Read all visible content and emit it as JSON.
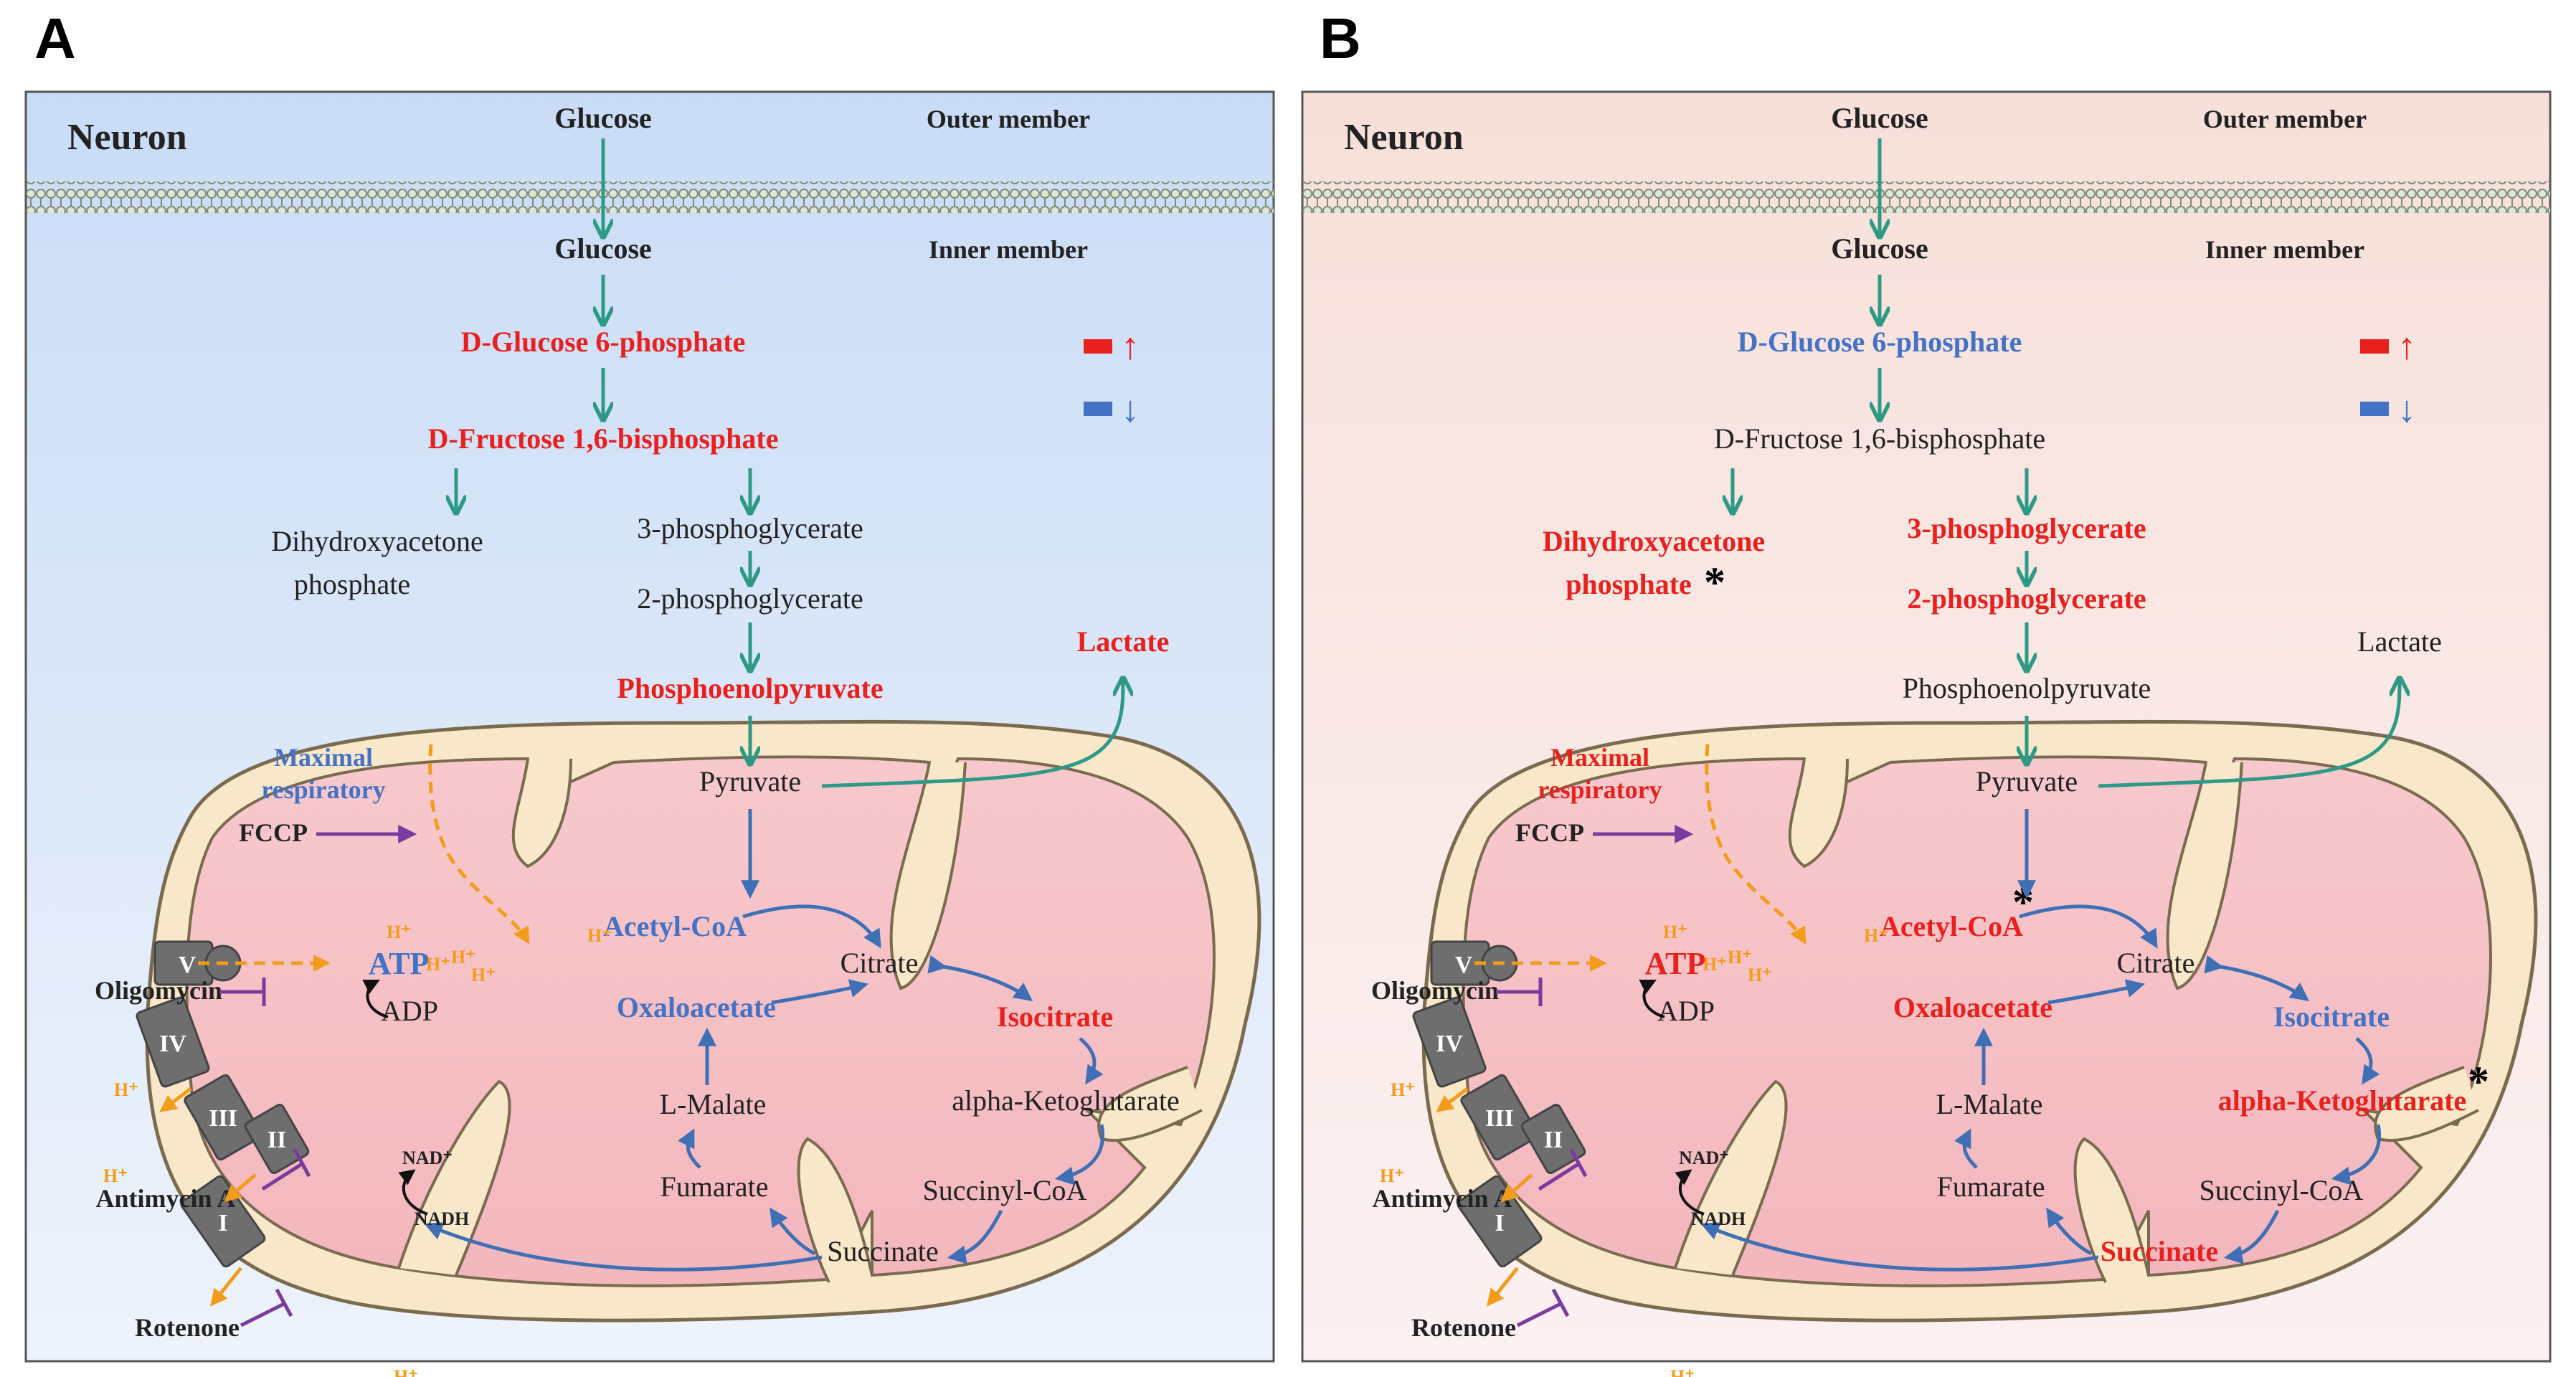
{
  "colors": {
    "up": "#e8201e",
    "down": "#4472c4",
    "neutral": "#222222",
    "arrow_green": "#2e9a86",
    "arrow_blue": "#3f6fb5",
    "proton": "#f39c1b",
    "inhibitor": "#7a3aa0",
    "panel_a_bg": "#cddff7",
    "panel_b_bg": "#f8e3dd"
  },
  "panels": [
    {
      "letter": "A",
      "cell": "Neuron",
      "outer": "Outer member",
      "inner": "Inner member",
      "legend": {
        "up": "↑",
        "down": "↓"
      },
      "metabolites": {
        "glucose_out": {
          "text": "Glucose",
          "status": "neutral"
        },
        "glucose_in": {
          "text": "Glucose",
          "status": "neutral"
        },
        "g6p": {
          "text": "D-Glucose 6-phosphate",
          "status": "up"
        },
        "f16bp": {
          "text": "D-Fructose 1,6-bisphosphate",
          "status": "up"
        },
        "dhap_1": {
          "text": "Dihydroxyacetone",
          "status": "neutral"
        },
        "dhap_2": {
          "text": "phosphate",
          "status": "neutral"
        },
        "pg3": {
          "text": "3-phosphoglycerate",
          "status": "neutral"
        },
        "pg2": {
          "text": "2-phosphoglycerate",
          "status": "neutral"
        },
        "pep": {
          "text": "Phosphoenolpyruvate",
          "status": "up"
        },
        "lactate": {
          "text": "Lactate",
          "status": "up"
        },
        "pyruvate": {
          "text": "Pyruvate",
          "status": "neutral"
        },
        "acetylcoa": {
          "text": "Acetyl-CoA",
          "status": "down"
        },
        "citrate": {
          "text": "Citrate",
          "status": "neutral"
        },
        "isocitrate": {
          "text": "Isocitrate",
          "status": "up"
        },
        "akg": {
          "text": "alpha-Ketoglutarate",
          "status": "neutral"
        },
        "succcoa": {
          "text": "Succinyl-CoA",
          "status": "neutral"
        },
        "succinate": {
          "text": "Succinate",
          "status": "neutral"
        },
        "fumarate": {
          "text": "Fumarate",
          "status": "neutral"
        },
        "malate": {
          "text": "L-Malate",
          "status": "neutral"
        },
        "oaa": {
          "text": "Oxaloacetate",
          "status": "down"
        }
      },
      "maximal_1": "Maximal",
      "maximal_2": "respiratory",
      "maximal_status": "down",
      "fccp": "FCCP",
      "oligomycin": "Oligomycin",
      "antimycin": "Antimycin A",
      "rotenone": "Rotenone",
      "atp": "ATP",
      "atp_status": "down",
      "adp": "ADP",
      "nad": "NAD⁺",
      "nadh": "NADH",
      "hplus": "H⁺",
      "complexes": [
        "V",
        "IV",
        "III",
        "II",
        "I"
      ],
      "stars": {
        "dhap": "",
        "acetylcoa": "",
        "akg": ""
      }
    },
    {
      "letter": "B",
      "cell": "Neuron",
      "outer": "Outer member",
      "inner": "Inner member",
      "legend": {
        "up": "↑",
        "down": "↓"
      },
      "metabolites": {
        "glucose_out": {
          "text": "Glucose",
          "status": "neutral"
        },
        "glucose_in": {
          "text": "Glucose",
          "status": "neutral"
        },
        "g6p": {
          "text": "D-Glucose 6-phosphate",
          "status": "down"
        },
        "f16bp": {
          "text": "D-Fructose 1,6-bisphosphate",
          "status": "plain"
        },
        "dhap_1": {
          "text": "Dihydroxyacetone",
          "status": "up"
        },
        "dhap_2": {
          "text": "phosphate",
          "status": "up"
        },
        "pg3": {
          "text": "3-phosphoglycerate",
          "status": "up"
        },
        "pg2": {
          "text": "2-phosphoglycerate",
          "status": "up"
        },
        "pep": {
          "text": "Phosphoenolpyruvate",
          "status": "neutral"
        },
        "lactate": {
          "text": "Lactate",
          "status": "neutral"
        },
        "pyruvate": {
          "text": "Pyruvate",
          "status": "neutral"
        },
        "acetylcoa": {
          "text": "Acetyl-CoA",
          "status": "up"
        },
        "citrate": {
          "text": "Citrate",
          "status": "neutral"
        },
        "isocitrate": {
          "text": "Isocitrate",
          "status": "down"
        },
        "akg": {
          "text": "alpha-Ketoglutarate",
          "status": "up"
        },
        "succcoa": {
          "text": "Succinyl-CoA",
          "status": "neutral"
        },
        "succinate": {
          "text": "Succinate",
          "status": "up"
        },
        "fumarate": {
          "text": "Fumarate",
          "status": "neutral"
        },
        "malate": {
          "text": "L-Malate",
          "status": "neutral"
        },
        "oaa": {
          "text": "Oxaloacetate",
          "status": "up"
        }
      },
      "maximal_1": "Maximal",
      "maximal_2": "respiratory",
      "maximal_status": "up",
      "fccp": "FCCP",
      "oligomycin": "Oligomycin",
      "antimycin": "Antimycin A",
      "rotenone": "Rotenone",
      "atp": "ATP",
      "atp_status": "up",
      "adp": "ADP",
      "nad": "NAD⁺",
      "nadh": "NADH",
      "hplus": "H⁺",
      "complexes": [
        "V",
        "IV",
        "III",
        "II",
        "I"
      ],
      "stars": {
        "dhap": "*",
        "acetylcoa": "*",
        "akg": "*"
      }
    }
  ]
}
